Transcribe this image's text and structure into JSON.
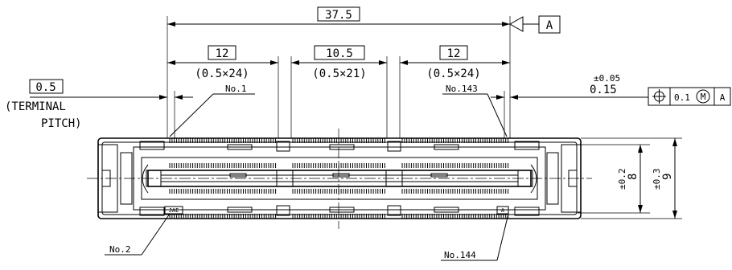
{
  "dimensions": {
    "overall": "37.5",
    "left_span": "12",
    "left_pitch": "(0.5×24)",
    "center_span": "10.5",
    "center_pitch": "(0.5×21)",
    "right_span": "12",
    "right_pitch": "(0.5×24)",
    "terminal_pitch_value": "0.5",
    "terminal_pitch_label_1": "(TERMINAL",
    "terminal_pitch_label_2": "PITCH)",
    "pitch_offset": "0.15",
    "pitch_offset_tol": "±0.05",
    "height_inner": "8",
    "height_inner_tol": "±0.2",
    "height_outer": "9",
    "height_outer_tol": "±0.3"
  },
  "datum": {
    "label": "A"
  },
  "tolerance_frame": {
    "symbol": "⌖",
    "value": "0.1",
    "modifier": "M",
    "datum": "A"
  },
  "pins": {
    "no1": "No.1",
    "no2": "No.2",
    "no143": "No.143",
    "no144": "No.144"
  },
  "body_markings": {
    "maker": "JAE",
    "corner": "A"
  }
}
